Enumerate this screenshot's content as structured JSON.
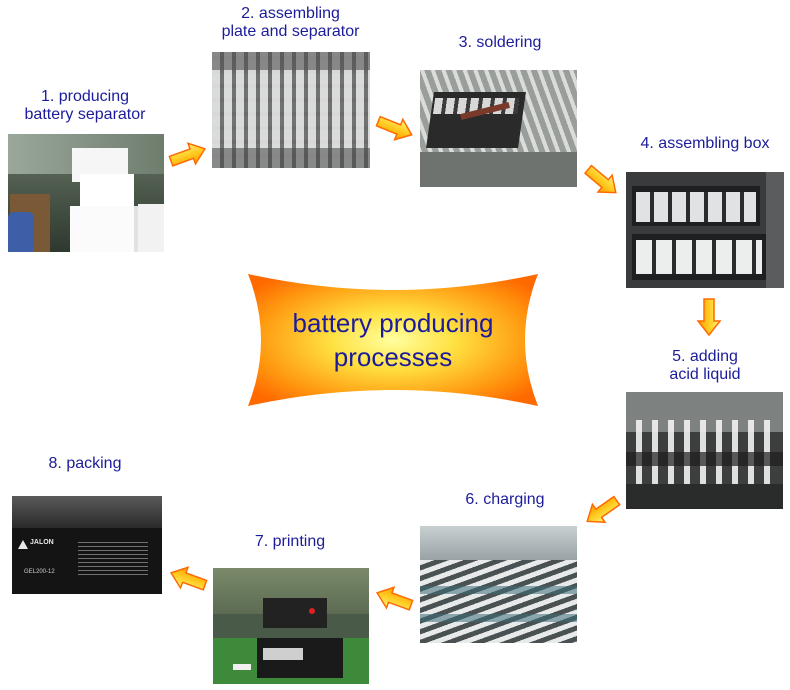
{
  "center": {
    "line1": "battery producing",
    "line2": "processes"
  },
  "steps": [
    {
      "label_line1": "1. producing",
      "label_line2": "battery separator"
    },
    {
      "label_line1": "2. assembling",
      "label_line2": "plate and separator"
    },
    {
      "label_line1": "3. soldering",
      "label_line2": ""
    },
    {
      "label_line1": "4. assembling box",
      "label_line2": ""
    },
    {
      "label_line1": "5. adding",
      "label_line2": "acid liquid"
    },
    {
      "label_line1": "6. charging",
      "label_line2": ""
    },
    {
      "label_line1": "7. printing",
      "label_line2": ""
    },
    {
      "label_line1": "8. packing",
      "label_line2": ""
    }
  ],
  "product": {
    "brand": "JALON",
    "model": "GEL200-12"
  },
  "colors": {
    "label": "#1c1c9a",
    "arrow_fill": "#ffcc22",
    "arrow_stroke": "#ff6a00"
  }
}
